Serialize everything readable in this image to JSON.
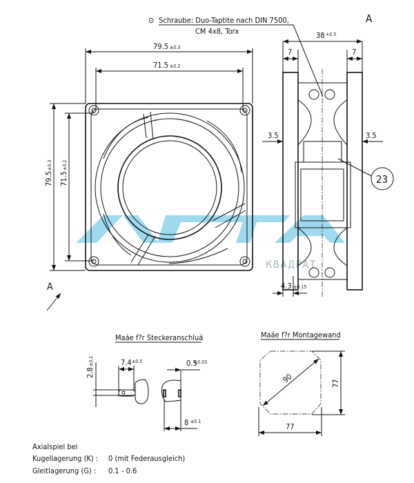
{
  "note": {
    "symbol": "⊙",
    "line1": "Schraube: Duo-Taptite nach DIN 7500,",
    "line2": "CM 4x8, Torx"
  },
  "view_label_top": "A",
  "view_label_arrow": "A",
  "front_view": {
    "width_outer": "79.5",
    "width_outer_tol": "±0.3",
    "width_inner": "71.5",
    "width_inner_tol": "±0.2",
    "height_outer": "79.5",
    "height_outer_tol": "±0.3",
    "height_inner": "71.5",
    "height_inner_tol": "±0.2"
  },
  "side_view": {
    "depth": "38",
    "depth_tol": "+0.5",
    "flange_left": "7",
    "flange_right": "7",
    "offset_left": "3.5",
    "offset_right": "3.5",
    "item_number": "23",
    "hole_depth": "4.3",
    "hole_depth_tol": "±0.15"
  },
  "connector": {
    "title": "Maáe f?r Steckeranschluá",
    "dim_height": "2.8",
    "dim_height_tol": "±0.1",
    "dim_length": "7.4",
    "dim_length_tol": "±0.5",
    "dim_thickness": "0.5",
    "dim_thickness_tol": "±0.03",
    "dim_spacing": "8",
    "dim_spacing_tol": "±0.1"
  },
  "mounting": {
    "title": "Maáe f?r Montagewand",
    "diagonal": "90",
    "height": "77",
    "width": "77"
  },
  "axial_play": {
    "heading": "Axialspiel bei",
    "rows": [
      {
        "label": "Kugellagerung (K) :",
        "value": "0 (mit Federausgleich)"
      },
      {
        "label": "Gleitlagerung  (G) :",
        "value": "0.1 - 0.6"
      }
    ]
  },
  "watermark": "КВАДРАТ",
  "colors": {
    "watermark": "#7fcbe6",
    "ink": "#111111"
  }
}
